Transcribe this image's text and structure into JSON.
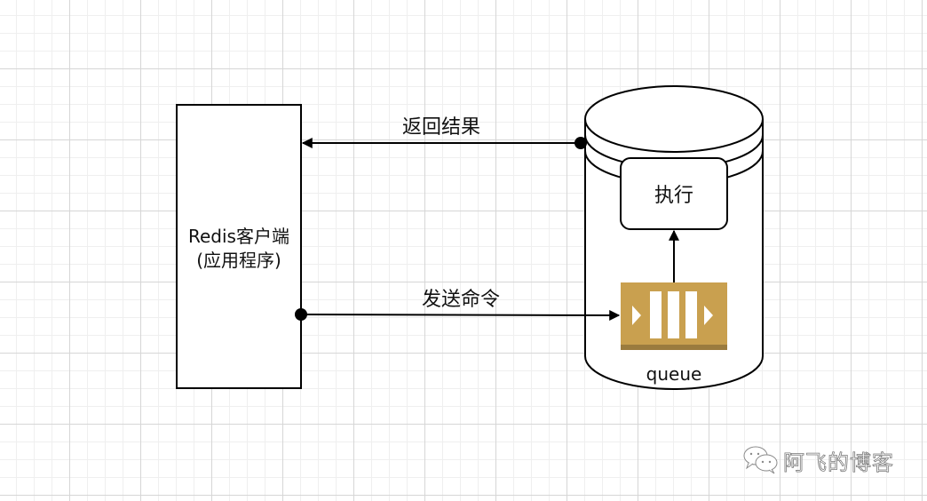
{
  "diagram": {
    "client": {
      "line1": "Redis客户端",
      "line2": "(应用程序)"
    },
    "arrows": {
      "return_label": "返回结果",
      "send_label": "发送命令"
    },
    "server": {
      "execute_label": "执行",
      "queue_label": "queue"
    }
  },
  "watermark": {
    "text": "阿飞的博客",
    "icon": "wechat-icon"
  },
  "colors": {
    "queue_fill": "#C9A04F",
    "queue_base": "#9A7B3E",
    "stroke": "#000000"
  }
}
